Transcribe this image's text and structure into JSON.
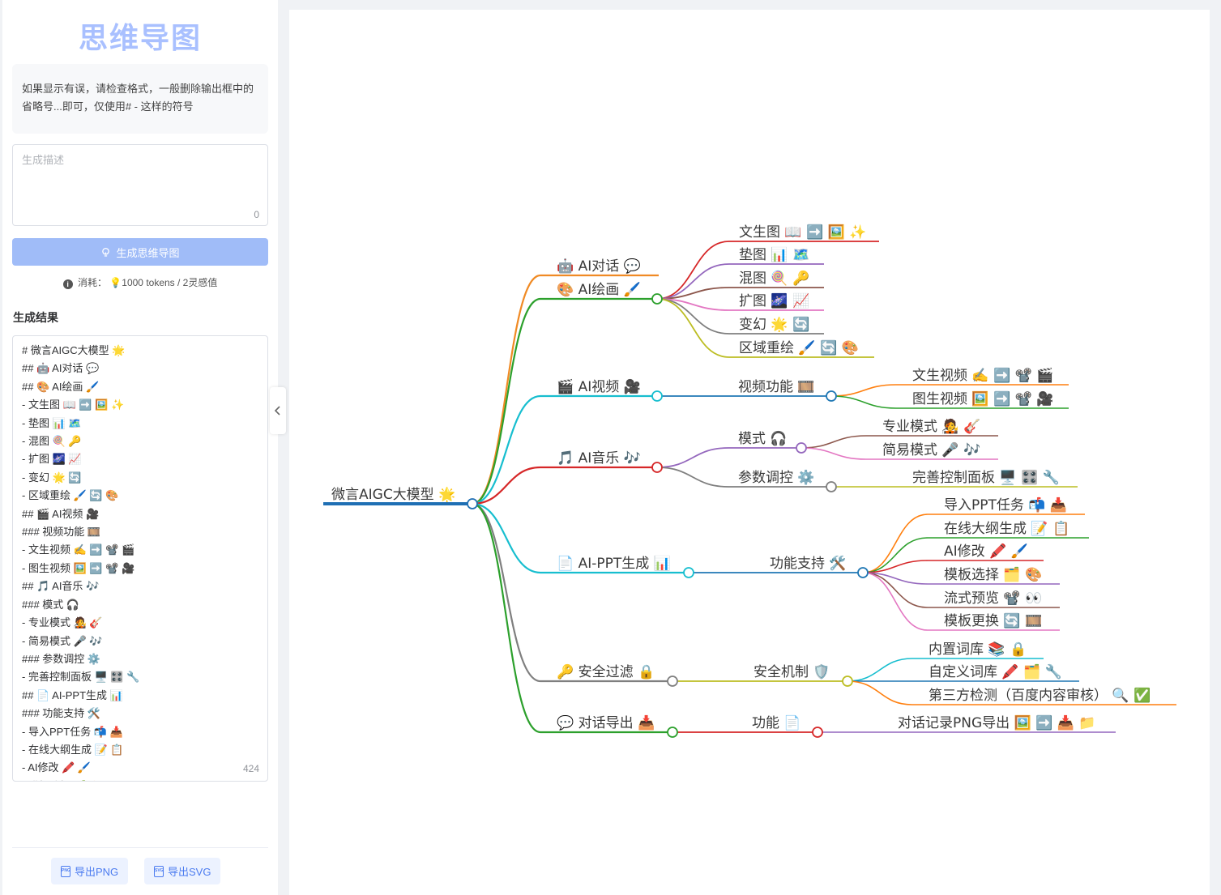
{
  "sidebar": {
    "title": "思维导图",
    "notice": "如果显示有误，请检查格式，一般删除输出框中的省略号...即可，仅使用# - 这样的符号",
    "description_placeholder": "生成描述",
    "description_count": "0",
    "generate_label": "生成思维导图",
    "cost_label": "消耗：",
    "cost_value": "💡1000 tokens / 2灵感值",
    "result_title": "生成结果",
    "result_count": "424",
    "result_lines": [
      "# 微言AIGC大模型 🌟",
      "## 🤖 AI对话 💬",
      "## 🎨 AI绘画 🖌️",
      "- 文生图 📖 ➡️ 🖼️ ✨",
      "- 垫图 📊 🗺️",
      "- 混图 🍭 🔑",
      "- 扩图 🌌 📈",
      "- 变幻 🌟 🔄",
      "- 区域重绘 🖌️ 🔄 🎨",
      "## 🎬 AI视频 🎥",
      "### 视频功能 🎞️",
      "- 文生视频 ✍️ ➡️ 📽️ 🎬",
      "- 图生视频 🖼️ ➡️ 📽️ 🎥",
      "## 🎵 AI音乐 🎶",
      "### 模式 🎧",
      "- 专业模式 🧑‍🎤 🎸",
      "- 简易模式 🎤 🎶",
      "### 参数调控 ⚙️",
      "- 完善控制面板 🖥️ 🎛️ 🔧",
      "## 📄 AI-PPT生成 📊",
      "### 功能支持 🛠️",
      "- 导入PPT任务 📬 📥",
      "- 在线大纲生成 📝 📋",
      "- AI修改 🖍️ 🖌️",
      "- 模板选择 🗂️ 🎨"
    ],
    "export_png": "导出PNG",
    "export_svg": "导出SVG",
    "collapse_icon": "chevron-left-icon"
  },
  "mindmap": {
    "root": "微言AIGC大模型 🌟",
    "branches": [
      {
        "label": "🤖 AI对话 💬",
        "color": "#f08a24",
        "children": []
      },
      {
        "label": "🎨 AI绘画 🖌️",
        "color": "#2ca02c",
        "children": [
          {
            "label": "文生图 📖 ➡️ 🖼️ ✨",
            "color": "#d62728"
          },
          {
            "label": "垫图 📊 🗺️",
            "color": "#9467bd"
          },
          {
            "label": "混图 🍭 🔑",
            "color": "#8c564b"
          },
          {
            "label": "扩图 🌌 📈",
            "color": "#e377c2"
          },
          {
            "label": "变幻 🌟 🔄",
            "color": "#7f7f7f"
          },
          {
            "label": "区域重绘 🖌️ 🔄 🎨",
            "color": "#bcbd22"
          }
        ]
      },
      {
        "label": "🎬 AI视频 🎥",
        "color": "#17becf",
        "children": [
          {
            "label": "视频功能 🎞️",
            "color": "#1f77b4",
            "children": [
              {
                "label": "文生视频 ✍️ ➡️ 📽️ 🎬",
                "color": "#ff7f0e"
              },
              {
                "label": "图生视频 🖼️ ➡️ 📽️ 🎥",
                "color": "#2ca02c"
              }
            ]
          }
        ]
      },
      {
        "label": "🎵 AI音乐 🎶",
        "color": "#d62728",
        "children": [
          {
            "label": "模式 🎧",
            "color": "#9467bd",
            "children": [
              {
                "label": "专业模式 🧑‍🎤 🎸",
                "color": "#8c564b"
              },
              {
                "label": "简易模式 🎤 🎶",
                "color": "#e377c2"
              }
            ]
          },
          {
            "label": "参数调控 ⚙️",
            "color": "#7f7f7f",
            "children": [
              {
                "label": "完善控制面板 🖥️ 🎛️ 🔧",
                "color": "#bcbd22"
              }
            ]
          }
        ]
      },
      {
        "label": "📄 AI-PPT生成 📊",
        "color": "#17becf",
        "children": [
          {
            "label": "功能支持 🛠️",
            "color": "#1f77b4",
            "children": [
              {
                "label": "导入PPT任务 📬 📥",
                "color": "#ff7f0e"
              },
              {
                "label": "在线大纲生成 📝 📋",
                "color": "#2ca02c"
              },
              {
                "label": "AI修改 🖍️ 🖌️",
                "color": "#d62728"
              },
              {
                "label": "模板选择 🗂️ 🎨",
                "color": "#9467bd"
              },
              {
                "label": "流式预览 📽️ 👀",
                "color": "#8c564b"
              },
              {
                "label": "模板更换 🔄 🎞️",
                "color": "#e377c2"
              }
            ]
          }
        ]
      },
      {
        "label": "🔑 安全过滤 🔒",
        "color": "#7f7f7f",
        "children": [
          {
            "label": "安全机制 🛡️",
            "color": "#bcbd22",
            "children": [
              {
                "label": "内置词库 📚 🔒",
                "color": "#17becf"
              },
              {
                "label": "自定义词库 🖍️ 🗂️ 🔧",
                "color": "#1f77b4"
              },
              {
                "label": "第三方检测（百度内容审核） 🔍 ✅",
                "color": "#ff7f0e"
              }
            ]
          }
        ]
      },
      {
        "label": "💬 对话导出 📥",
        "color": "#2ca02c",
        "children": [
          {
            "label": "功能 📄",
            "color": "#d62728",
            "children": [
              {
                "label": "对话记录PNG导出 🖼️ ➡️ 📥 📁",
                "color": "#9467bd"
              }
            ]
          }
        ]
      }
    ]
  }
}
